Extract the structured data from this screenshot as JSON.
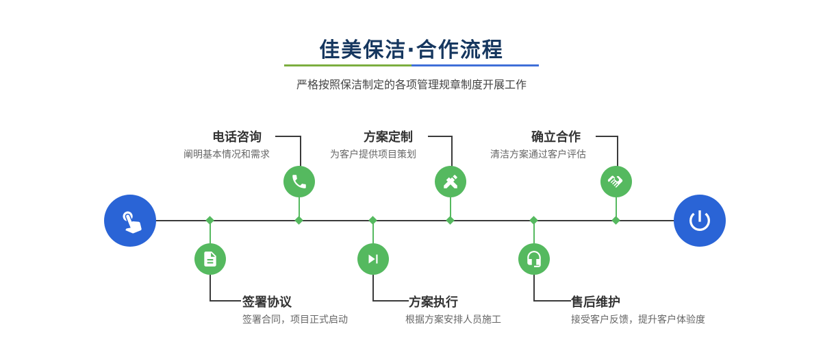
{
  "header": {
    "title": "佳美保洁·合作流程",
    "subtitle": "严格按照保洁制定的各项管理规章制度开展工作"
  },
  "colors": {
    "green": "#55b95f",
    "blue": "#2a64d6",
    "title_color": "#16375f",
    "line_color": "#3a3a3a",
    "step_title_color": "#333333",
    "step_desc_color": "#666666",
    "divider_green": "#7cae3f",
    "divider_blue": "#3f6fd8"
  },
  "flow": {
    "start": {
      "icon": "hand-pointer-icon"
    },
    "end": {
      "icon": "power-icon"
    },
    "top_steps": [
      {
        "title": "电话咨询",
        "desc": "阐明基本情况和需求",
        "icon": "phone-icon"
      },
      {
        "title": "方案定制",
        "desc": "为客户提供项目策划",
        "icon": "design-pencil-icon"
      },
      {
        "title": "确立合作",
        "desc": "清洁方案通过客户评估",
        "icon": "handshake-icon"
      }
    ],
    "bottom_steps": [
      {
        "title": "签署协议",
        "desc": "签署合同，项目正式启动",
        "icon": "contract-icon"
      },
      {
        "title": "方案执行",
        "desc": "根据方案安排人员施工",
        "icon": "play-next-icon"
      },
      {
        "title": "售后维护",
        "desc": "接受客户反馈，提升客户体验度",
        "icon": "headset-icon"
      }
    ]
  }
}
